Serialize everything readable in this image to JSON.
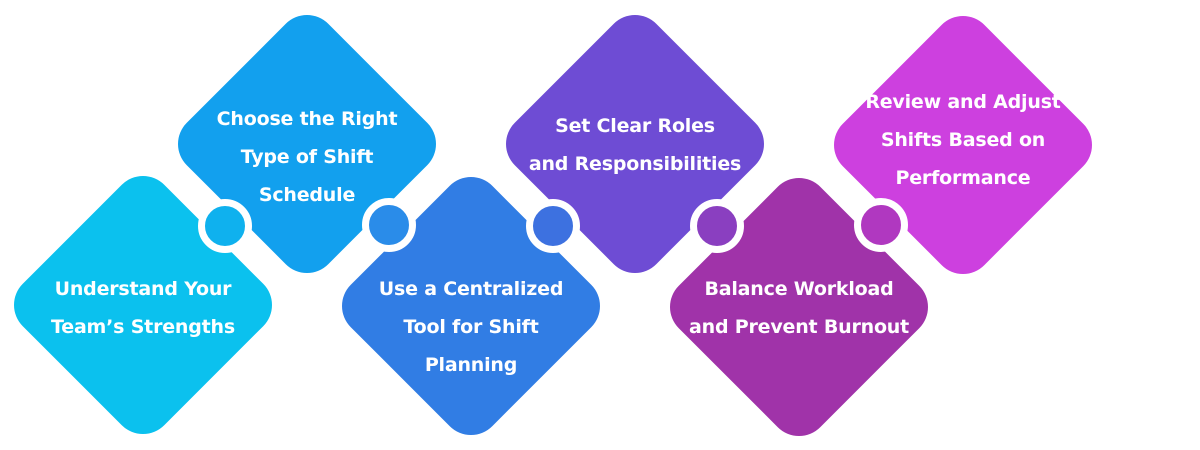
{
  "steps": [
    {
      "text": "Understand Your\nTeam’s Strengths",
      "color": "#0bc1ee"
    },
    {
      "text": "Choose the Right\nType of Shift\nSchedule",
      "color": "#12a0ee"
    },
    {
      "text": "Use a Centralized\nTool for Shift\nPlanning",
      "color": "#317de4"
    },
    {
      "text": "Set Clear Roles\nand Responsibilities",
      "color": "#6e4cd4"
    },
    {
      "text": "Balance Workload\nand Prevent Burnout",
      "color": "#a033a9"
    },
    {
      "text": "Review and Adjust\nShifts Based on\nPerformance",
      "color": "#cd40df"
    }
  ],
  "connector_colors": [
    "#0fb1ee",
    "#2a8ce9",
    "#3d71e0",
    "#8a3fc0",
    "#b038c0"
  ]
}
